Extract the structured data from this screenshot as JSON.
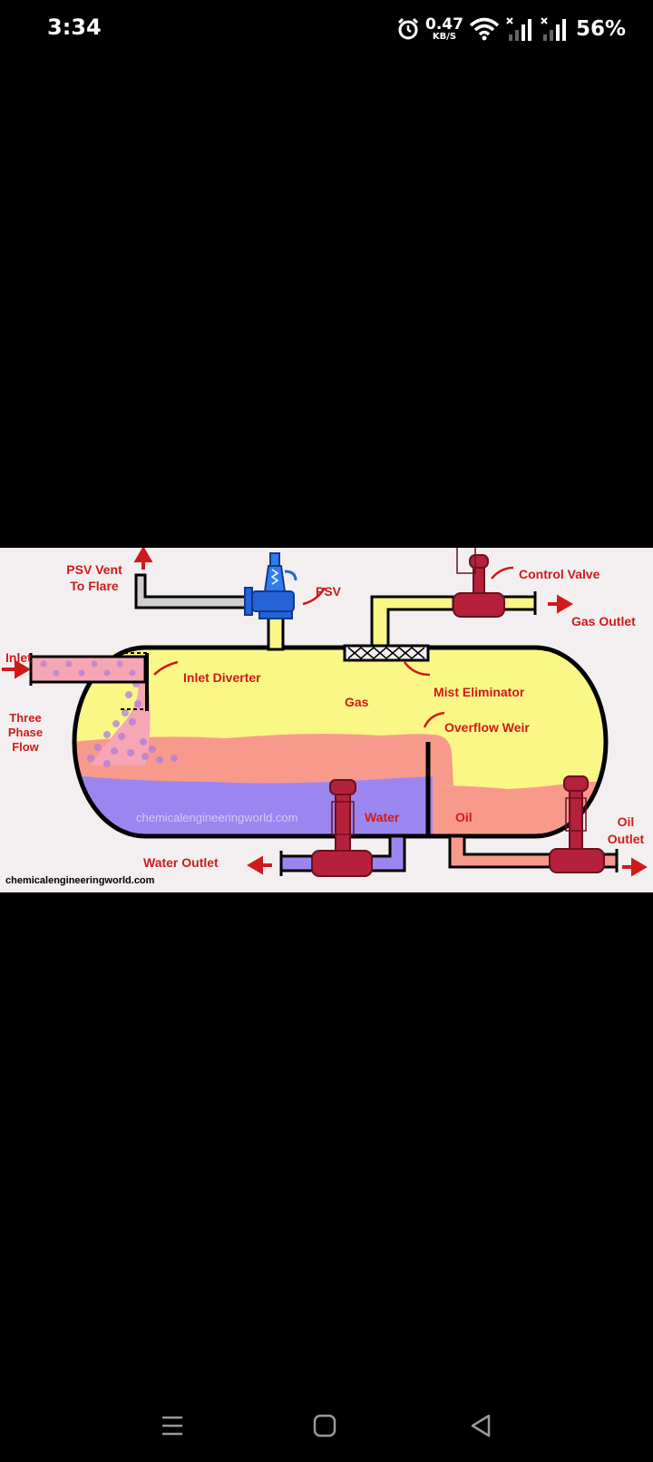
{
  "status_bar": {
    "time": "3:34",
    "net_speed_value": "0.47",
    "net_speed_unit": "KB/S",
    "battery": "56%",
    "icons": [
      "alarm-icon",
      "wifi-icon",
      "signal-icon",
      "signal-icon"
    ]
  },
  "diagram": {
    "labels": {
      "psv_vent": [
        "PSV Vent",
        "To Flare"
      ],
      "psv": "PSV",
      "control_valve": "Control Valve",
      "gas_outlet": "Gas Outlet",
      "inlet": "Inlet",
      "three_phase": [
        "Three",
        "Phase",
        "Flow"
      ],
      "inlet_diverter": "Inlet Diverter",
      "mist_eliminator": "Mist Eliminator",
      "gas": "Gas",
      "overflow_weir": "Overflow Weir",
      "water": "Water",
      "oil": "Oil",
      "oil_outlet": [
        "Oil",
        "Outlet"
      ],
      "water_outlet": "Water Outlet"
    },
    "source_credit": "chemicalengineeringworld.com",
    "watermark": "chemicalengineeringworld.com",
    "colors": {
      "gas": "#faf786",
      "oil": "#f79a8c",
      "water": "#9b86f0",
      "label": "#d01a1a",
      "valve": "#b5213a",
      "psv_valve": "#2464d8"
    }
  },
  "nav": {
    "icons": [
      "recent-apps-icon",
      "home-icon",
      "back-icon"
    ]
  }
}
